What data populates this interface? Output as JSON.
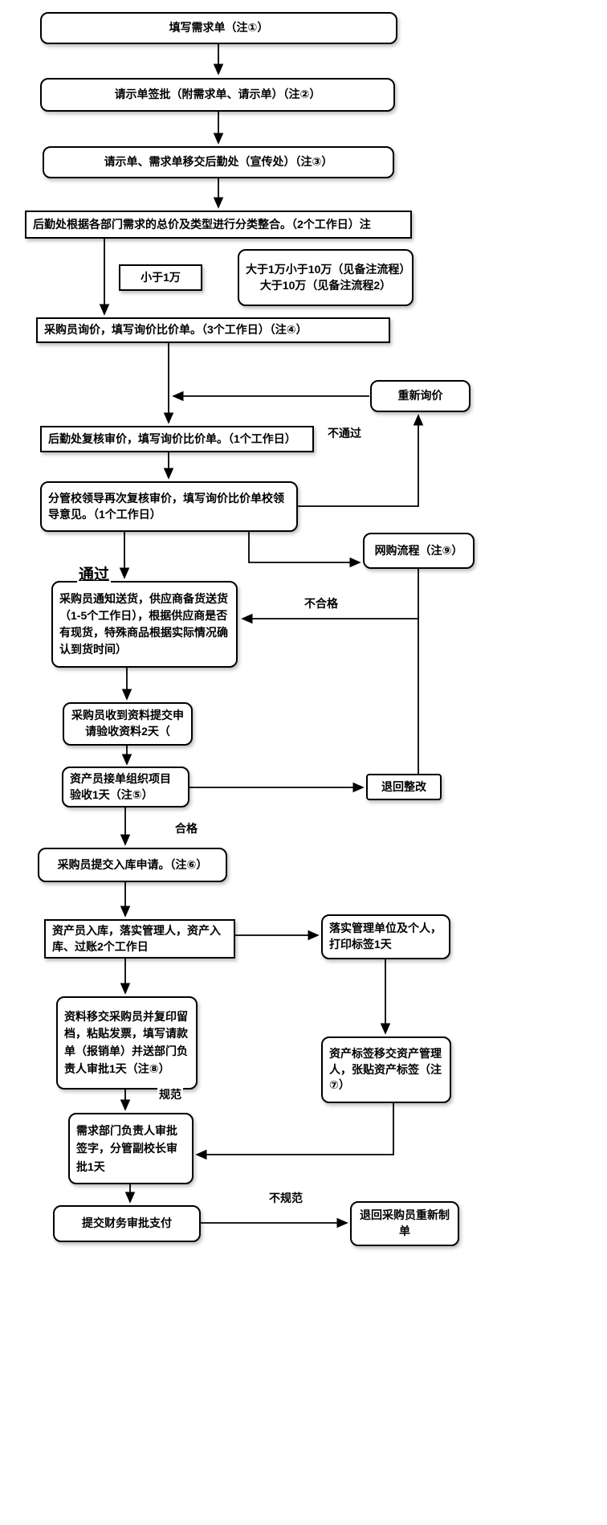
{
  "diagram": {
    "nodes": {
      "fill_request": {
        "label": "填写需求单（注①）"
      },
      "approval_sign": {
        "label": "请示单签批（附需求单、请示单）（注②）"
      },
      "transfer_logistics": {
        "label": "请示单、需求单移交后勤处（宣传处）（注③）"
      },
      "classify_integrate": {
        "label": "后勤处根据各部门需求的总价及类型进行分类整合。（2个工作日）注"
      },
      "under_10k": {
        "label": "小于1万"
      },
      "range_note": {
        "line1": "大于1万小于10万（见备注流程）",
        "line2": "大于10万（见备注流程2）"
      },
      "buyer_inquiry": {
        "label": "采购员询价，填写询价比价单。（3个工作日）（注④）"
      },
      "re_inquiry": {
        "label": "重新询价"
      },
      "logistics_review": {
        "label": "后勤处复核审价，填写询价比价单。（1个工作日）"
      },
      "leader_review": {
        "label": "分管校领导再次复核审价，填写询价比价单校领导意见。（1个工作日）"
      },
      "online_purchase": {
        "label": "网购流程（注⑨）"
      },
      "notify_delivery": {
        "label": "采购员通知送货，供应商备货送货（1-5个工作日），根据供应商是否有现货，特殊商品根据实际情况确认到货时间）"
      },
      "submit_acceptance_docs": {
        "label": "采购员收到资料提交申请验收资料2天（"
      },
      "organize_acceptance": {
        "label": "资产员接单组织项目验收1天（注⑤）"
      },
      "return_rectify": {
        "label": "退回整改"
      },
      "warehouse_apply": {
        "label": "采购员提交入库申请。（注⑥）"
      },
      "warehouse_in": {
        "label": "资产员入库，落实管理人，资产入库、过账2个工作日"
      },
      "assign_manager": {
        "label": "落实管理单位及个人，打印标签1天"
      },
      "label_transfer": {
        "label": "资产标签移交资产管理人，张贴资产标签（注⑦）"
      },
      "docs_transfer": {
        "label": "资料移交采购员并复印留档，粘贴发票，填写请款单（报销单）并送部门负责人审批1天（注⑧）"
      },
      "dept_head_approval": {
        "label": "需求部门负责人审批签字，分管副校长审批1天"
      },
      "finance_payment": {
        "label": "提交财务审批支付"
      },
      "return_remake": {
        "label": "退回采购员重新制单"
      }
    },
    "edge_labels": {
      "pass": "通过",
      "not_pass": "不通过",
      "unqualified": "不合格",
      "qualified": "合格",
      "standard": "规范",
      "nonstandard": "不规范"
    }
  }
}
